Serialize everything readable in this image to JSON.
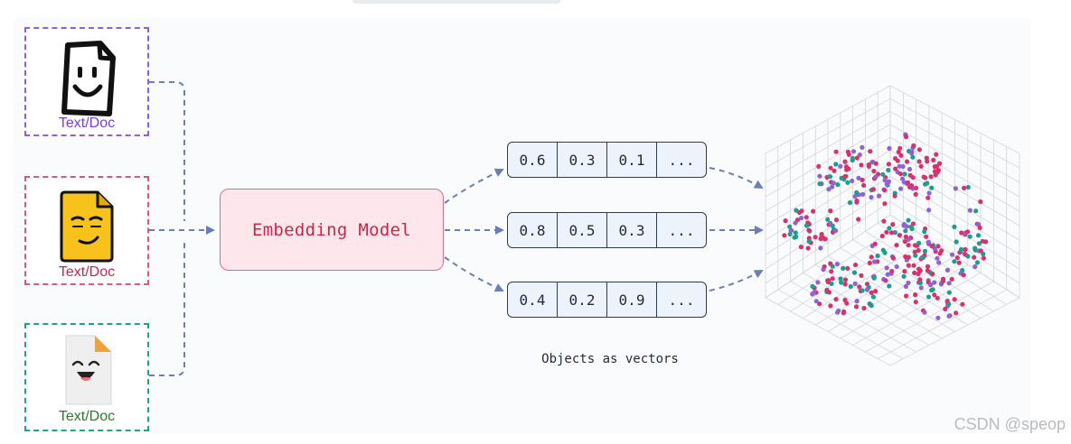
{
  "documents": [
    {
      "label": "Text/Doc",
      "color": "#7c3ae6",
      "icon": "smiley-document-icon"
    },
    {
      "label": "Text/Doc",
      "color": "#c9274a",
      "icon": "yellow-document-face-icon"
    },
    {
      "label": "Text/Doc",
      "color": "#2a7a2a",
      "icon": "grey-document-face-icon"
    }
  ],
  "embedding_model": {
    "label": "Embedding Model"
  },
  "vectors": [
    {
      "cells": [
        "0.6",
        "0.3",
        "0.1",
        "..."
      ]
    },
    {
      "cells": [
        "0.8",
        "0.5",
        "0.3",
        "..."
      ]
    },
    {
      "cells": [
        "0.4",
        "0.2",
        "0.9",
        "..."
      ]
    }
  ],
  "caption": "Objects as vectors",
  "watermark": "CSDN @speop",
  "colors": {
    "arrow": "#6b7fb5",
    "embed_border": "#e06b86",
    "embed_fill": "#fde6ec",
    "vector_fill": "#ecf3fb",
    "point_red": "#d6336c",
    "point_purple": "#8e63d6",
    "point_teal": "#1b9e8f"
  }
}
